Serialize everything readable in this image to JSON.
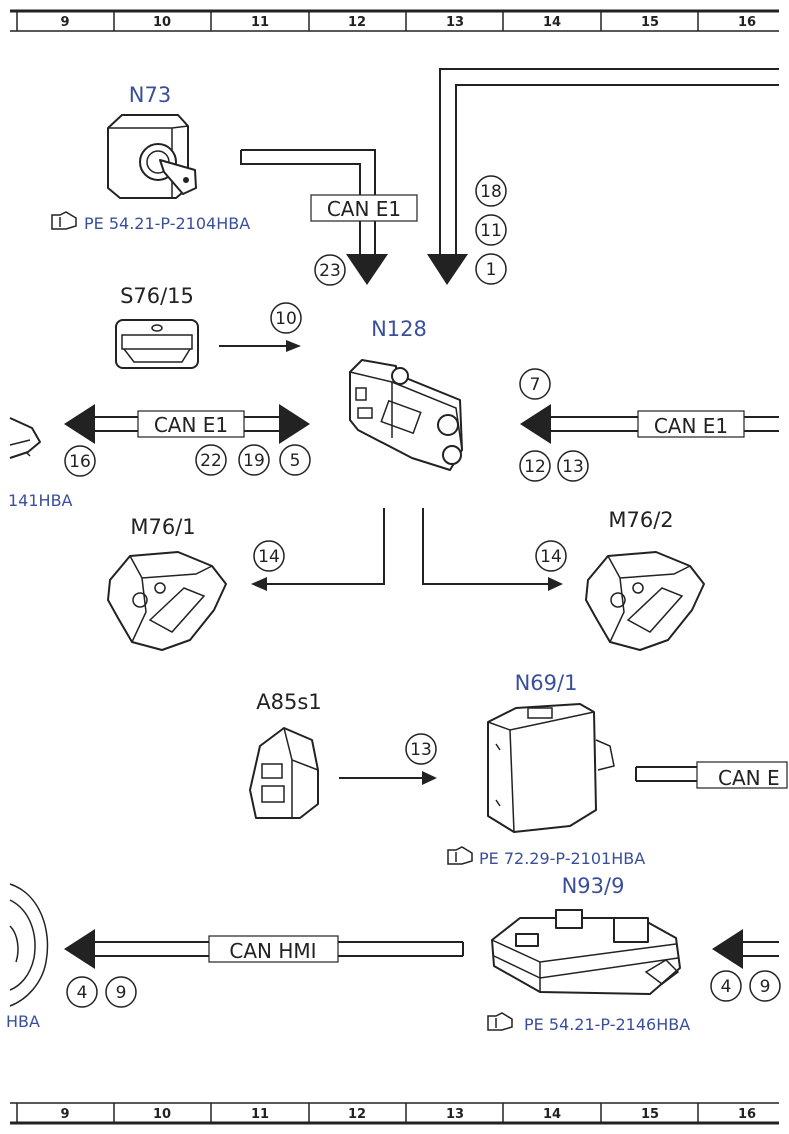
{
  "ruler": {
    "numbers": [
      "9",
      "10",
      "11",
      "12",
      "13",
      "14",
      "15",
      "16"
    ]
  },
  "components": {
    "n73": {
      "label": "N73",
      "ref": "PE 54.21-P-2104HBA"
    },
    "s76_15": {
      "label": "S76/15"
    },
    "n128": {
      "label": "N128"
    },
    "m76_1": {
      "label": "M76/1"
    },
    "m76_2": {
      "label": "M76/2"
    },
    "a85s1": {
      "label": "A85s1"
    },
    "n69_1": {
      "label": "N69/1",
      "ref": "PE 72.29-P-2101HBA"
    },
    "n93_9": {
      "label": "N93/9",
      "ref": "PE 54.21-P-2146HBA"
    },
    "left_cut_ref_1": "141HBA",
    "left_cut_ref_2": "HBA"
  },
  "bus_labels": {
    "top": "CAN E1",
    "left": "CAN E1",
    "right": "CAN E1",
    "n69": "CAN E",
    "hmi": "CAN HMI"
  },
  "signals": {
    "s18": "18",
    "s11": "11",
    "s1": "1",
    "s23": "23",
    "s10": "10",
    "s7": "7",
    "s16": "16",
    "s22": "22",
    "s19": "19",
    "s5": "5",
    "s12": "12",
    "s13a": "13",
    "s14a": "14",
    "s14b": "14",
    "s13b": "13",
    "s4a": "4",
    "s9a": "9",
    "s4b": "4",
    "s9b": "9"
  },
  "colors": {
    "ink": "#222222",
    "accent_blue": "#3a4f9c"
  },
  "icons": {
    "reference": "pointing-hand-icon"
  }
}
